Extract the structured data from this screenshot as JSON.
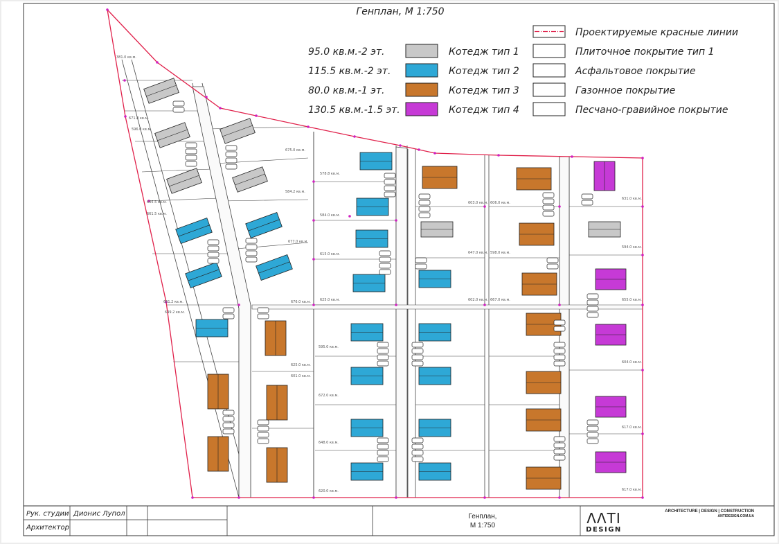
{
  "drawing": {
    "title": "Генплан, М 1:750"
  },
  "legend": {
    "houses": [
      {
        "area": "95.0 кв.м.-2 эт.",
        "name": "Котедж тип 1",
        "color": "#c8c8c8"
      },
      {
        "area": "115.5 кв.м.-2 эт.",
        "name": "Котедж тип 2",
        "color": "#2ea8d6"
      },
      {
        "area": "80.0 кв.м.-1 эт.",
        "name": "Котедж тип 3",
        "color": "#c8772c"
      },
      {
        "area": "130.5 кв.м.-1.5 эт.",
        "name": "Котедж тип 4",
        "color": "#c63ad6"
      }
    ],
    "surfaces": [
      {
        "name": "Проектируемые красные линии",
        "type": "red-line"
      },
      {
        "name": "Плиточное покрытие тип 1",
        "type": "box"
      },
      {
        "name": "Асфальтовое покрытие",
        "type": "box"
      },
      {
        "name": "Газонное покрытие",
        "type": "box"
      },
      {
        "name": "Песчано-гравийное покрытие",
        "type": "box"
      }
    ]
  },
  "colors": {
    "red_line": "#e0204a",
    "node": "#d020c0",
    "type1": "#c8c8c8",
    "type2": "#2ea8d6",
    "type3": "#c8772c",
    "type4": "#c63ad6"
  },
  "title_block": {
    "row1_label": "Рук. студии",
    "row1_name": "Дионис Лупол",
    "row2_label": "Архитектор",
    "sheet_title_line1": "Генплан,",
    "sheet_title_line2": "М 1:750",
    "logo_top": "ΛΛTI",
    "logo_bottom": "DESIGN",
    "company_tagline": "ARCHITECTURE | DESIGN | CONSTRUCTION",
    "company_site": "ANTIDESIGN.COM.UA"
  },
  "lots": [
    {
      "label": "381.0 кв.м."
    },
    {
      "label": "671.8 кв.м."
    },
    {
      "label": "596.0 кв.м."
    },
    {
      "label": "665.5 кв.м."
    },
    {
      "label": "661.5 кв.м."
    },
    {
      "label": "661.2 кв.м."
    },
    {
      "label": "649.2 кв.м."
    },
    {
      "label": "675.0 кв.м."
    },
    {
      "label": "584.2 кв.м."
    },
    {
      "label": "677.0 кв.м."
    },
    {
      "label": "676.0 кв.м."
    },
    {
      "label": "578.8 кв.м."
    },
    {
      "label": "584.0 кв.м."
    },
    {
      "label": "615.0 кв.м."
    },
    {
      "label": "625.0 кв.м."
    },
    {
      "label": "603.0 кв.м."
    },
    {
      "label": "606.0 кв.м."
    },
    {
      "label": "647.0 кв.м."
    },
    {
      "label": "598.0 кв.м."
    },
    {
      "label": "602.0 кв.м."
    },
    {
      "label": "667.0 кв.м."
    },
    {
      "label": "631.0 кв.м."
    },
    {
      "label": "594.0 кв.м."
    },
    {
      "label": "655.0 кв.м."
    },
    {
      "label": "604.0 кв.м."
    },
    {
      "label": "617.0 кв.м."
    },
    {
      "label": "617.0 кв.м."
    },
    {
      "label": "625.0 кв.м."
    },
    {
      "label": "601.0 кв.м."
    },
    {
      "label": "595.0 кв.м."
    },
    {
      "label": "672.0 кв.м."
    },
    {
      "label": "648.0 кв.м."
    },
    {
      "label": "620.0 кв.м."
    }
  ]
}
